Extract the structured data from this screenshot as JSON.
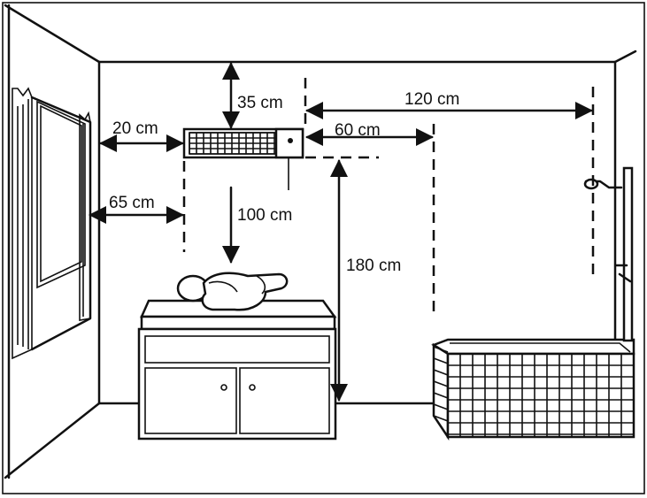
{
  "dimensions": {
    "top_clearance": "35 cm",
    "wall_offset": "20 cm",
    "shower_distance": "120 cm",
    "bath_distance": "60 cm",
    "window_distance": "65 cm",
    "height_above_table": "100 cm",
    "mount_height": "180 cm"
  },
  "icons": [
    "heater-icon",
    "changing-table-icon",
    "baby-icon",
    "bathtub-icon",
    "shower-head-icon",
    "window-icon"
  ]
}
